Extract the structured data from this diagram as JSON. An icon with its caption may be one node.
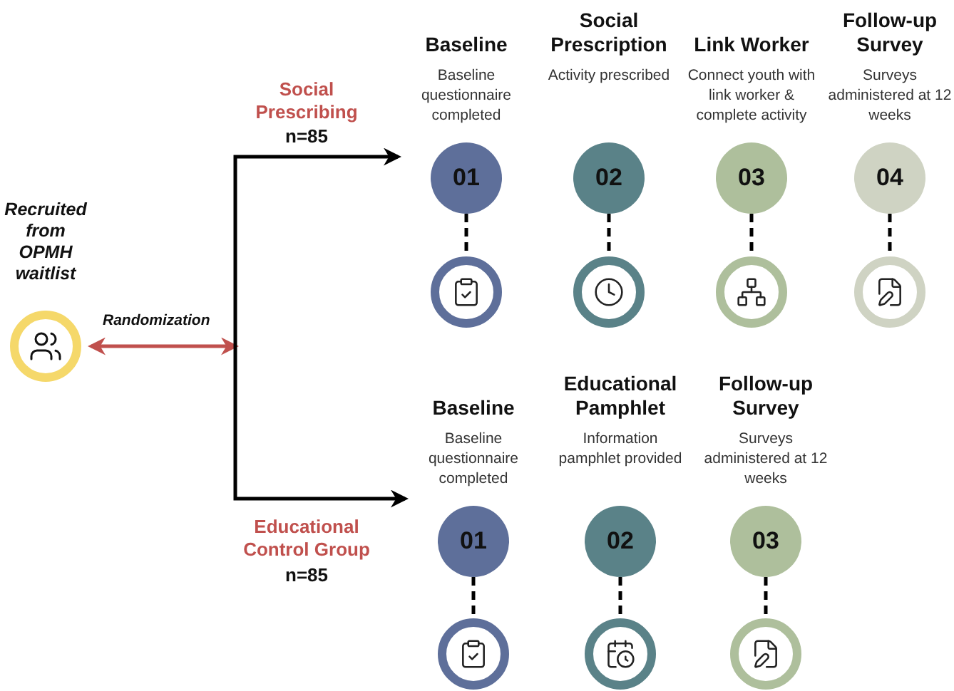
{
  "diagram": {
    "nodes": [
      {
        "text": [
          "Recruited from OPMH waitlist"
        ]
      },
      {
        "text": [
          "Baseline",
          "Baseline questionnaire completed",
          "01"
        ]
      },
      {
        "text": [
          "Social Prescription",
          "Activity prescribed",
          "02"
        ]
      },
      {
        "text": [
          "Link Worker",
          "Connect youth with link worker & complete activity",
          "03"
        ]
      },
      {
        "text": [
          "Follow-up Survey",
          "Surveys administered at 12 weeks",
          "04"
        ]
      },
      {
        "text": [],
        "shape": "circle"
      },
      {
        "text": [],
        "shape": "circle"
      },
      {
        "text": [],
        "shape": "circle"
      },
      {
        "text": [],
        "shape": "circle"
      },
      {
        "text": [
          "Baseline",
          "Baseline questionnaire completed",
          "01"
        ]
      },
      {
        "text": [
          "Educational Pamphlet",
          "Information pamphlet provided",
          "02"
        ]
      },
      {
        "text": [
          "Follow-up Survey",
          "Surveys administered at 12 weeks",
          "03"
        ]
      },
      {
        "text": [],
        "shape": "circle"
      },
      {
        "text": [],
        "shape": "circle"
      },
      {
        "text": [],
        "shape": "circle"
      }
    ],
    "edges": [
      {
        "from": 0,
        "to": null,
        "arrow": "both",
        "label": "Randomization",
        "color": "#c0504d"
      },
      {
        "from": null,
        "to": 1,
        "arrow": "to"
      },
      {
        "from": null,
        "to": 9,
        "arrow": "to"
      },
      {
        "from": 1,
        "to": 5,
        "arrow": "none",
        "style": "dashed"
      },
      {
        "from": 2,
        "to": 6,
        "arrow": "none",
        "style": "dashed"
      },
      {
        "from": 3,
        "to": 7,
        "arrow": "none",
        "style": "dashed"
      },
      {
        "from": 4,
        "to": 8,
        "arrow": "none",
        "style": "dashed"
      },
      {
        "from": 9,
        "to": 12,
        "arrow": "none",
        "style": "dashed"
      },
      {
        "from": 10,
        "to": 13,
        "arrow": "none",
        "style": "dashed"
      },
      {
        "from": 11,
        "to": 14,
        "arrow": "none",
        "style": "dashed"
      }
    ],
    "labels": [
      "Social Prescribing",
      "n=85",
      "Educational Control Group",
      "n=85"
    ]
  }
}
